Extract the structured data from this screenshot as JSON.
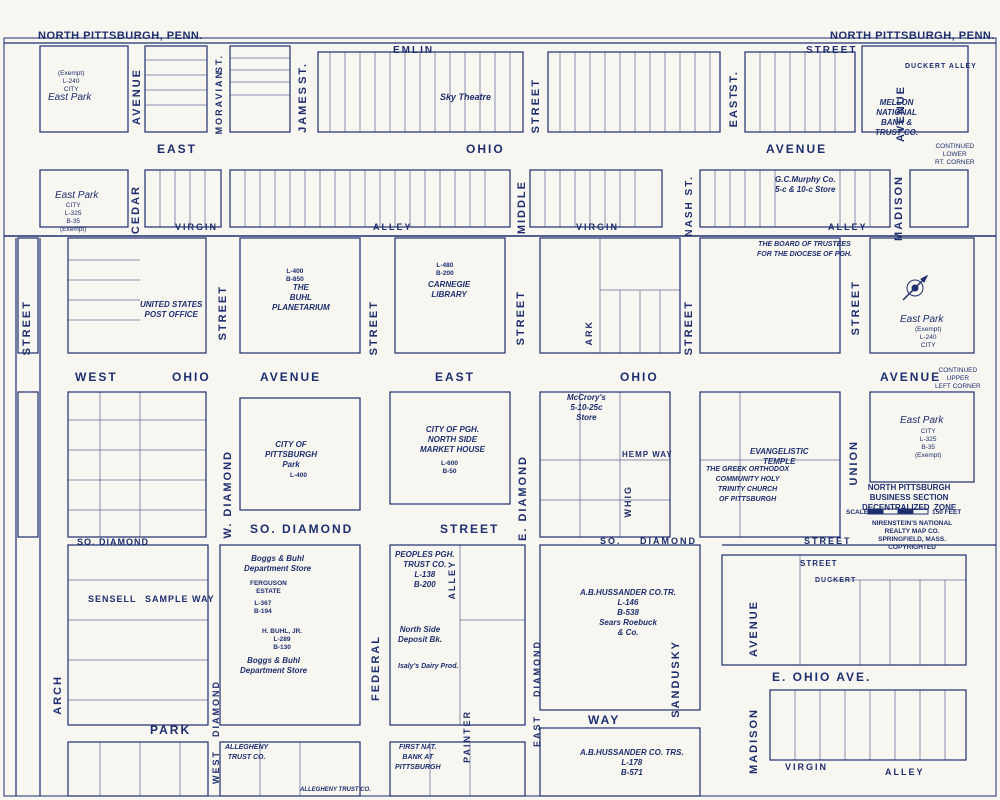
{
  "header": {
    "title_left": "NORTH PITTSBURGH, PENN.",
    "title_right": "NORTH PITTSBURGH, PENN."
  },
  "streets": {
    "emlin": "EMLIN",
    "street_top_right": "STREET",
    "avenue_top_left": "AVENUE",
    "moravian": "MORAVIAN",
    "st_moravian": "ST.",
    "james": "JAMES",
    "st_james": "ST.",
    "street_mid_top": "STREET",
    "east_st": "EAST",
    "st_east": "ST.",
    "avenue_top_right": "AVENUE",
    "east_ohio_east": "EAST",
    "east_ohio_ohio": "OHIO",
    "east_ohio_avenue": "AVENUE",
    "cedar": "CEDAR",
    "middle": "MIDDLE",
    "nash": "NASH ST.",
    "madison_top": "MADISON",
    "virgin_left": "VIRGIN",
    "alley_top": "ALLEY",
    "virgin_mid": "VIRGIN",
    "alley_top_right": "ALLEY",
    "street_left": "STREET",
    "street_planet_left": "STREET",
    "street_planet_right": "STREET",
    "street_market_right": "STREET",
    "street_east": "STREET",
    "street_far_right": "STREET",
    "ark": "ARK",
    "west": "WEST",
    "ohio_west": "OHIO",
    "avenue_west": "AVENUE",
    "east_mid": "EAST",
    "ohio_mid": "OHIO",
    "avenue_mid": "AVENUE",
    "hemp_way": "HEMP WAY",
    "union": "UNION",
    "w_diamond": "W. DIAMOND",
    "e_diamond": "E. DIAMOND",
    "so_diamond_left": "SO. DIAMOND",
    "so_diamond_mid": "SO. DIAMOND",
    "so_diamond_right": "SO.",
    "diamond_word": "DIAMOND",
    "street_south_market": "STREET",
    "street_right_lower": "STREET",
    "whig": "WHIG",
    "sensell": "SENSELL",
    "sample_way": "SAMPLE  WAY",
    "arch": "ARCH",
    "park": "PARK",
    "diamond_lower": "DIAMOND",
    "west_lower": "WEST",
    "federal": "FEDERAL",
    "alley_federal": "ALLEY",
    "painter": "PAINTER",
    "east_lower": "EAST",
    "diamond_east_lower": "DIAMOND",
    "street_lower": "STREET",
    "sandusky": "SANDUSKY",
    "way": "WAY",
    "avenue_lower_right": "AVENUE",
    "e_ohio_ave": "E. OHIO      AVE.",
    "madison_lower": "MADISON",
    "virgin_lower": "VIRGIN",
    "alley_lower": "ALLEY",
    "duckert": "DUCKERT",
    "duckert_alley": "DUCKERT  ALLEY",
    "street_right_box": "STREET"
  },
  "landmarks": {
    "east_park_1": "East Park",
    "east_park_1_info": "(Exempt)\nL-240\nCITY",
    "east_park_2": "East Park",
    "east_park_2_info": "CITY\nL-325\nB-35\n(Exempt)",
    "post_office": "UNITED STATES\nPOST OFFICE",
    "planetarium": "THE\nBUHL\nPLANETARIUM",
    "planetarium_lot": "L-400\nB-850",
    "library": "CARNEGIE\nLIBRARY",
    "library_lot": "L-480\nB-200",
    "park": "CITY OF\nPITTSBURGH\nPark",
    "park_lot": "L-400",
    "market_house": "CITY OF PGH.\nNORTH SIDE\nMARKET HOUSE",
    "market_lot": "L-600\nB-50",
    "east_park_right": "East Park",
    "east_park_right_info": "(Exempt)\nL-240\nCITY",
    "east_park_mid": "East Park",
    "east_park_mid_info": "CITY\nL-325\nB-35\n(Exempt)",
    "boggs_buhl_top": "Boggs & Buhl\nDepartment Store",
    "ferguson": "FERGUSON\nESTATE",
    "ferguson_lot": "L-367\nB-194",
    "buhl_jr": "H. BUHL, JR.\nL-289\nB-130",
    "boggs_buhl_bottom": "Boggs & Buhl\nDepartment Store",
    "sears": "A.B.HUSSANDER CO.TR.\nL-146\nB-538\nSears Roebuck\n& Co.",
    "hussander_lower": "A.B.HUSSANDER CO. TRS.\nL-178\nB-571",
    "peoples_trust": "PEOPLES PGH.\nTRUST CO.\nL-138\nB-200",
    "north_side_deposit": "North Side\nDeposit Bk.",
    "isalys": "Isaly's Dairy Prod.",
    "greek": "THE GREEK ORTHODOX\nCOMMUNITY HOLY\nTRINITY CHURCH\nOF PITTSBURGH",
    "evangelistic": "EVANGELISTIC\nTEMPLE",
    "board_trustees": "THE BOARD OF TRUSTEES\nFOR THE DIOCESE OF PGH.",
    "mellon": "MELLON\nNATIONAL\nBANK &\nTRUST CO.",
    "gc_murphy": "G.C.Murphy Co.\n5-c & 10-c Store",
    "sky_theatre": "Sky Theatre",
    "mcgroys": "McCrory's\n5-10-25c\nStore",
    "first_nat_bank": "FIRST NAT.\nBANK AT\nPITTSBURGH",
    "allegheny_trust": "ALLEGHENY\nTRUST CO.",
    "allegheny_trust_lower": "ALLEGHENY TRUST CO."
  },
  "legend": {
    "title": "NORTH PITTSBURGH\nBUSINESS SECTION\nDECENTRALIZED  ZONE",
    "scale_label": "SCALE",
    "scale_feet": "150  FEET",
    "publisher": "NIRENSTEIN'S NATIONAL\nREALTY MAP CO.\nSPRINGFIELD, MASS.\nCOPYRIGHTED"
  },
  "continued": {
    "lower_rt": "CONTINUED\nLOWER\nRT. CORNER",
    "upper_left": "CONTINUED\nUPPER\nLEFT CORNER"
  },
  "colors": {
    "ink": "#1f2f6e",
    "paper": "#f7f6f0"
  }
}
